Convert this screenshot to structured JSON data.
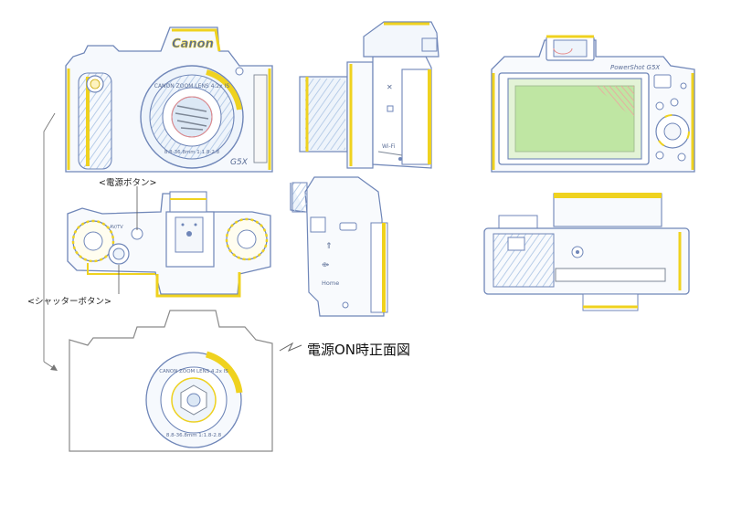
{
  "labels": {
    "power_button": "<電源ボタン>",
    "shutter_button": "<シャッターボタン>",
    "power_on_front_view": "電源ON時正面図"
  },
  "engravings": {
    "brand": "Canon",
    "model_front": "G5X",
    "model_back": "PowerShot G5X",
    "wifi": "Wi-Fi",
    "home": "Home",
    "lens_ring": "CANON ZOOM LENS 4.2x IS",
    "lens_spec": "8.8-36.8mm 1:1.8-2.8",
    "dial_text": "AV/TV"
  },
  "colors": {
    "line_blue": "#6f86b8",
    "line_gray": "#7d8796",
    "line_yellow": "#efd21f",
    "line_red": "#e78a8a",
    "shade_blue": "#cfe0f3",
    "screen_green": "#bfe6a3",
    "outline": "#666666"
  }
}
